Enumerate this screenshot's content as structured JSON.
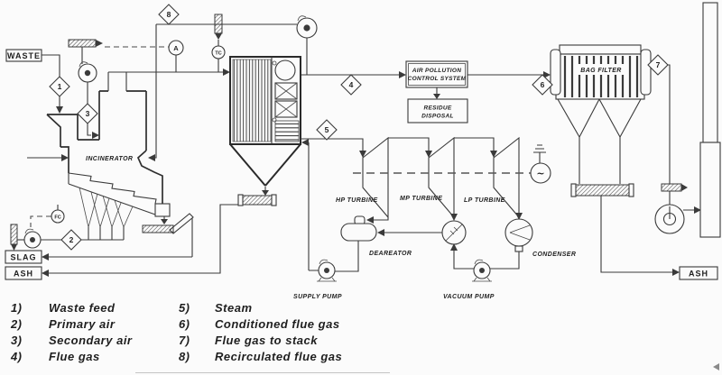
{
  "labels": {
    "waste": "WASTE",
    "slag": "SLAG",
    "ash_left": "ASH",
    "ash_right": "ASH",
    "incinerator": "INCINERATOR",
    "apc1": "AIR POLLUTION",
    "apc2": "CONTROL SYSTEM",
    "residue1": "RESIDUE",
    "residue2": "DISPOSAL",
    "bag_filter": "BAG FILTER",
    "hp_turbine": "HP TURBINE",
    "mp_turbine": "MP TURBINE",
    "lp_turbine": "LP TURBINE",
    "deaerator": "DEAREATOR",
    "condenser": "CONDENSER",
    "supply_pump": "SUPPLY PUMP",
    "vacuum_pump": "VACUUM PUMP"
  },
  "instruments": {
    "analyzer": "A",
    "temperature_controller": "TC",
    "flow_controller": "FC",
    "generator": "~"
  },
  "stream_tags": {
    "s1": "1",
    "s2": "2",
    "s3": "3",
    "s4": "4",
    "s5": "5",
    "s6": "6",
    "s7": "7",
    "s8": "8"
  },
  "legend": {
    "items": [
      {
        "num": "1)",
        "label": "Waste feed"
      },
      {
        "num": "2)",
        "label": "Primary air"
      },
      {
        "num": "3)",
        "label": "Secondary air"
      },
      {
        "num": "4)",
        "label": "Flue gas"
      },
      {
        "num": "5)",
        "label": "Steam"
      },
      {
        "num": "6)",
        "label": "Conditioned flue gas"
      },
      {
        "num": "7)",
        "label": "Flue gas to stack"
      },
      {
        "num": "8)",
        "label": "Recirculated flue gas"
      }
    ]
  },
  "colors": {
    "line": "#3a3a3a",
    "background": "#fbfbfb"
  }
}
